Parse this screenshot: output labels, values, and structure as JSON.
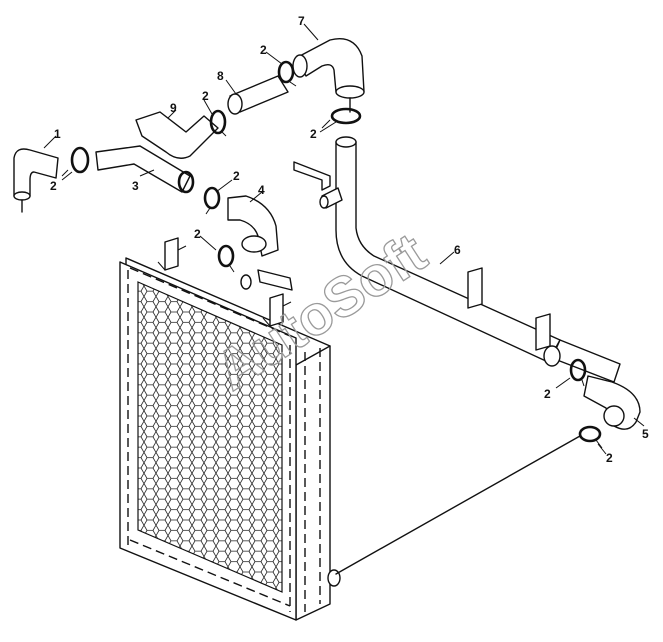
{
  "watermark": "AutoSoft",
  "callouts": {
    "c1": "1",
    "c2a": "2",
    "c2b": "2",
    "c2c": "2",
    "c2d": "2",
    "c2e": "2",
    "c2f": "2",
    "c2g": "2",
    "c2h": "2",
    "c3": "3",
    "c4": "4",
    "c5": "5",
    "c6": "6",
    "c7": "7",
    "c8": "8",
    "c9": "9"
  }
}
